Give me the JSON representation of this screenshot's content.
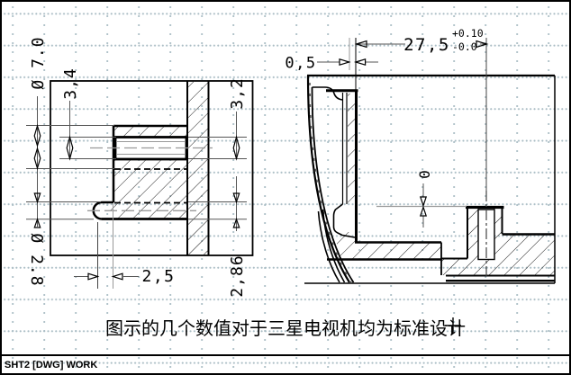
{
  "app": {
    "type": "cad-drafting-viewport",
    "status_bar": {
      "text": "SHT2 [DWG] WORK"
    }
  },
  "caption": {
    "text": "图示的几个数值对于三星电视机均为标准设计"
  },
  "views": {
    "left_section": {
      "description": "section view of screw boss with pin",
      "dimensions": {
        "outer_diameter": "Ø 7.0",
        "hole_diameter_left": "3,4",
        "hole_diameter_right": "3,2",
        "pin_diameter": "Ø 2.8",
        "pin_depth": "2,86",
        "pin_offset": "2,5"
      }
    },
    "right_section": {
      "description": "section view of TV cabinet wall and screw boss",
      "dimensions": {
        "wall_thickness": "0,5",
        "boss_distance": "27,5",
        "tolerance_upper": "+0.10",
        "tolerance_lower": "-0.0",
        "flush_offset": "0"
      }
    }
  },
  "colors": {
    "background": "#ffffff",
    "line": "#000000",
    "dimension_line": "#555555",
    "centerline": "#999999",
    "grid_dot": "#a9bcc4",
    "border": "#000000"
  }
}
